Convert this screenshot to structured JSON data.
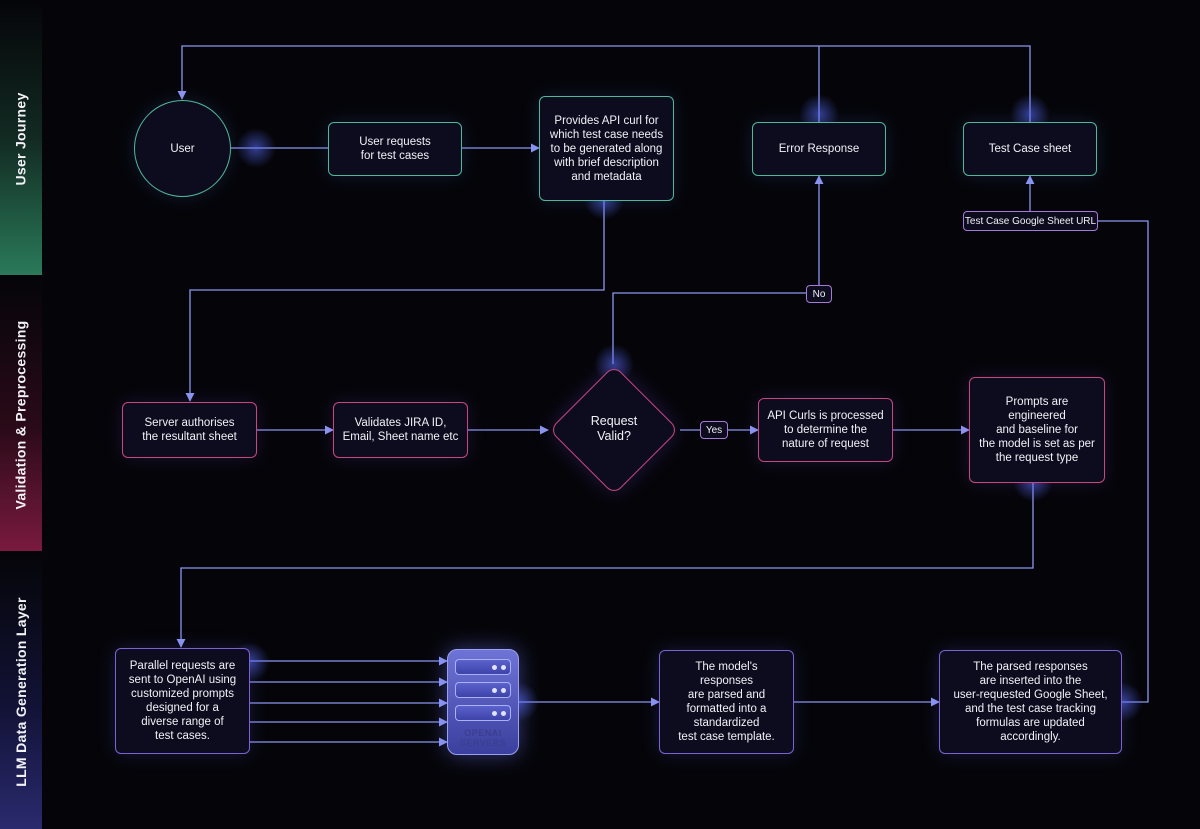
{
  "lanes": {
    "user_journey": "User Journey",
    "validation": "Validation & Preprocessing",
    "llm": "LLM Data Generation Layer"
  },
  "nodes": {
    "user": "User",
    "user_requests": "User requests\nfor test cases",
    "provides_api": "Provides API curl for\nwhich test case needs\nto be generated along\nwith brief description\nand metadata",
    "error_response": "Error Response",
    "test_case_sheet": "Test Case sheet",
    "server_authorises": "Server authorises\nthe resultant sheet",
    "validates": "Validates JIRA ID,\nEmail, Sheet name etc",
    "request_valid": "Request\nValid?",
    "api_curls": "API Curls is processed\nto determine the\nnature of request",
    "prompts": "Prompts are engineered\nand baseline for\nthe model is set as per\nthe request type",
    "parallel": "Parallel requests are\nsent to OpenAI using\ncustomized prompts\ndesigned for a\ndiverse range of\ntest cases.",
    "parsed": "The model's responses\nare parsed and\nformatted into a\nstandardized\ntest case template.",
    "inserted": "The parsed responses\nare inserted into the\nuser-requested Google Sheet,\nand the test case tracking\nformulas are updated\naccordingly."
  },
  "labels": {
    "no": "No",
    "yes": "Yes",
    "sheet_url": "Test Case Google Sheet URL"
  },
  "server": {
    "line1": "OPENAI",
    "line2": "SERVERS"
  },
  "colors": {
    "edge": "#8c96f0",
    "lane_green": "#2a7a5a",
    "lane_pink": "#7a1a3e",
    "lane_blue": "#2a2a6e"
  }
}
